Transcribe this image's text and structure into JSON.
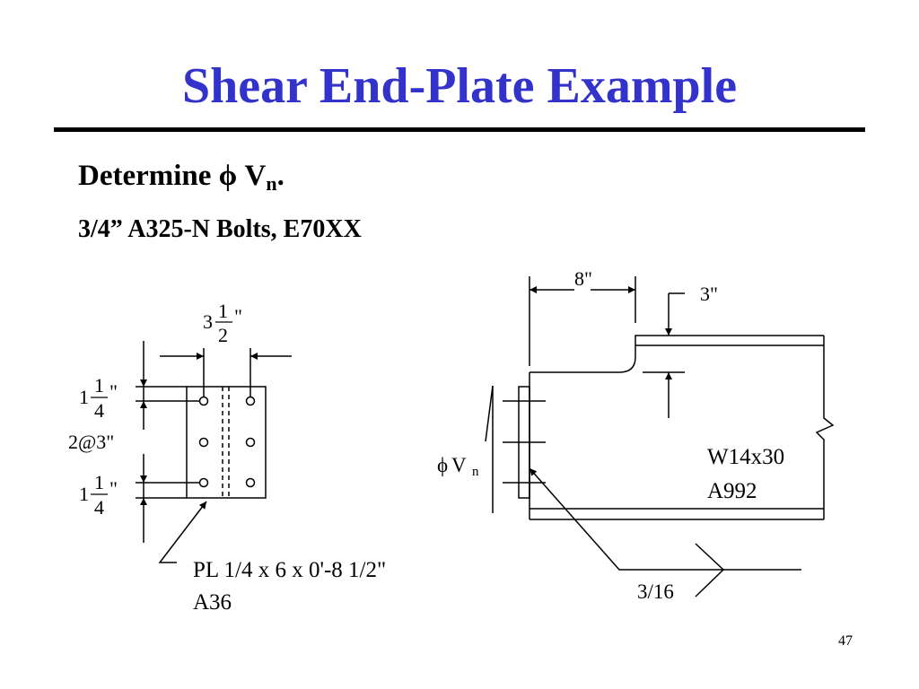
{
  "slide": {
    "title": "Shear End-Plate Example",
    "determine_text": "Determine ",
    "phi_symbol": "ϕ",
    "v_letter": " V",
    "v_subscript": "n",
    "determine_end": ".",
    "bolts_text": "3/4” A325-N Bolts, E70XX",
    "page_number": "47"
  },
  "left_detail": {
    "gage_whole": "3",
    "gage_numerator": "1",
    "gage_denominator": "2",
    "gage_unit": "\"",
    "top_edge_whole": "1",
    "top_edge_numerator": "1",
    "top_edge_denominator": "4",
    "top_edge_unit": "\"",
    "spacing_label": "2@3\"",
    "bottom_edge_whole": "1",
    "bottom_edge_numerator": "1",
    "bottom_edge_denominator": "4",
    "bottom_edge_unit": "\"",
    "plate_label_line1": "PL 1/4 x 6 x 0'-8 1/2\"",
    "plate_label_line2": "A36"
  },
  "right_detail": {
    "cope_length": "8\"",
    "cope_depth": "3\"",
    "shear_phi": "ϕ",
    "shear_v": "V",
    "shear_sub": "n",
    "beam_label_line1": "W14x30",
    "beam_label_line2": "A992",
    "weld_size": "3/16"
  }
}
